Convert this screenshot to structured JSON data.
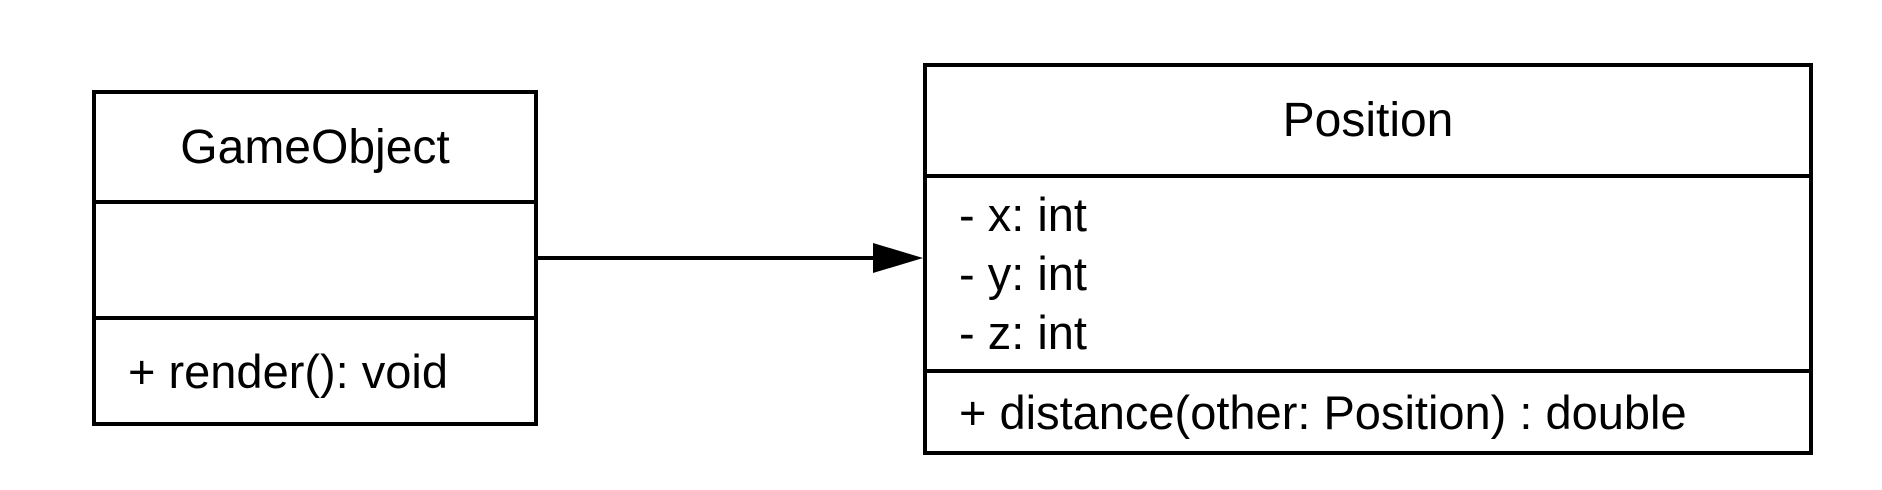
{
  "classes": [
    {
      "name": "GameObject",
      "attributes": [],
      "operations": [
        "+ render(): void"
      ]
    },
    {
      "name": "Position",
      "attributes": [
        "- x: int",
        "- y: int",
        "- z: int"
      ],
      "operations": [
        "+ distance(other: Position) : double"
      ]
    }
  ],
  "relations": [
    {
      "type": "directed-association",
      "from": "GameObject",
      "to": "Position"
    }
  ],
  "colors": {
    "line": "#000000",
    "background": "#ffffff"
  }
}
